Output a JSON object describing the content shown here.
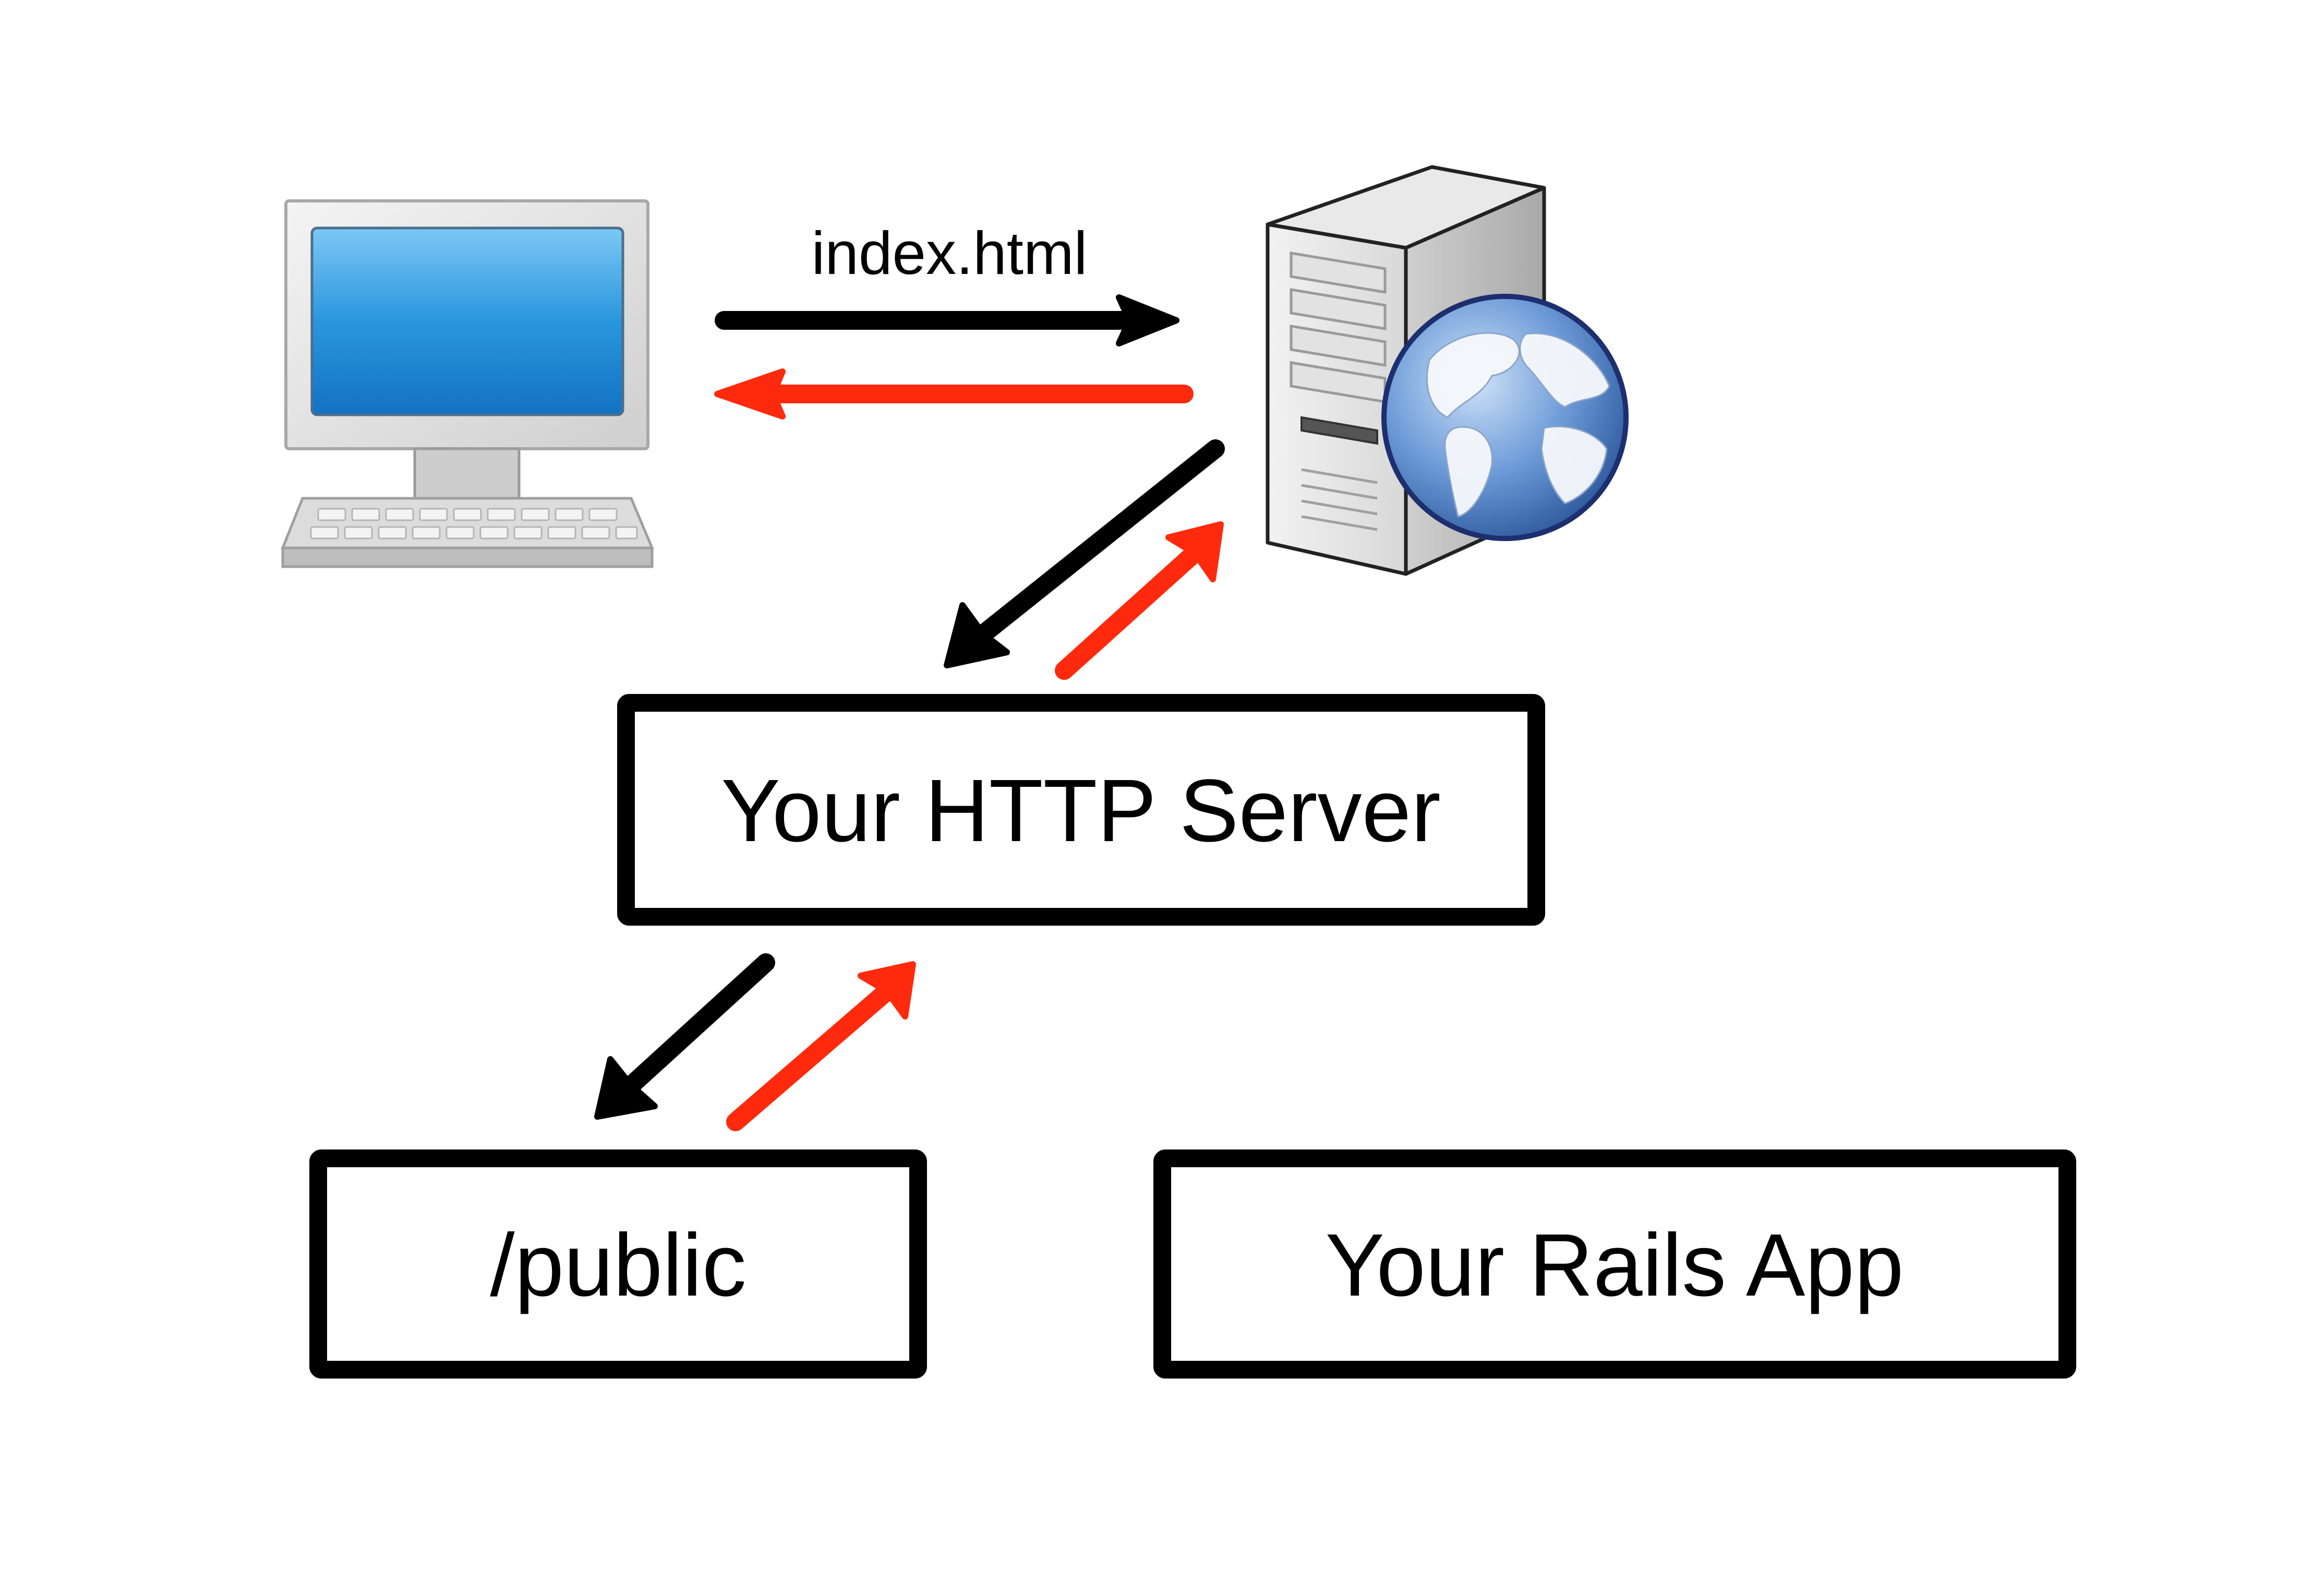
{
  "labels": {
    "request_file": "index.html",
    "http_server": "Your HTTP Server",
    "public_dir": "/public",
    "rails_app": "Your Rails App"
  },
  "icons": {
    "client": "desktop-computer-icon",
    "server": "web-server-globe-icon"
  },
  "colors": {
    "request_arrow": "#000000",
    "response_arrow": "#ff2a0d",
    "box_border": "#000000",
    "screen_blue": "#1a86d6"
  }
}
